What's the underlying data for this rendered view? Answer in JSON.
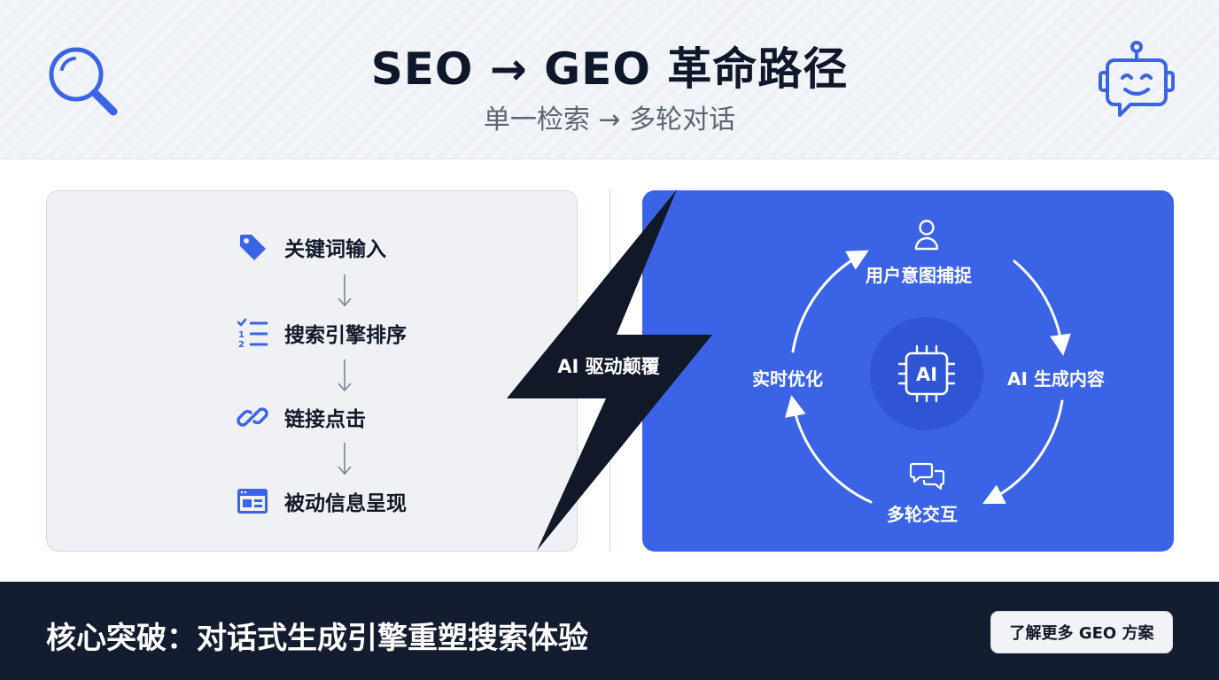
{
  "header": {
    "title": "SEO → GEO 革命路径",
    "subtitle": "单一检索 → 多轮对话"
  },
  "left_flow": {
    "steps": [
      {
        "label": "关键词输入",
        "icon": "tag-icon"
      },
      {
        "label": "搜索引擎排序",
        "icon": "numbered-list-icon"
      },
      {
        "label": "链接点击",
        "icon": "link-icon"
      },
      {
        "label": "被动信息呈现",
        "icon": "browser-window-icon"
      }
    ]
  },
  "divider_bolt": {
    "label": "AI 驱动颠覆"
  },
  "right_cycle": {
    "center_label": "AI",
    "nodes": {
      "top": "用户意图捕捉",
      "right": "AI 生成内容",
      "bottom": "多轮交互",
      "left": "实时优化"
    }
  },
  "footer": {
    "headline": "核心突破：对话式生成引擎重塑搜索体验",
    "cta_label": "了解更多 GEO 方案"
  },
  "colors": {
    "accent_blue": "#3b63e6",
    "dark_navy": "#141c30",
    "bolt": "#111827"
  }
}
